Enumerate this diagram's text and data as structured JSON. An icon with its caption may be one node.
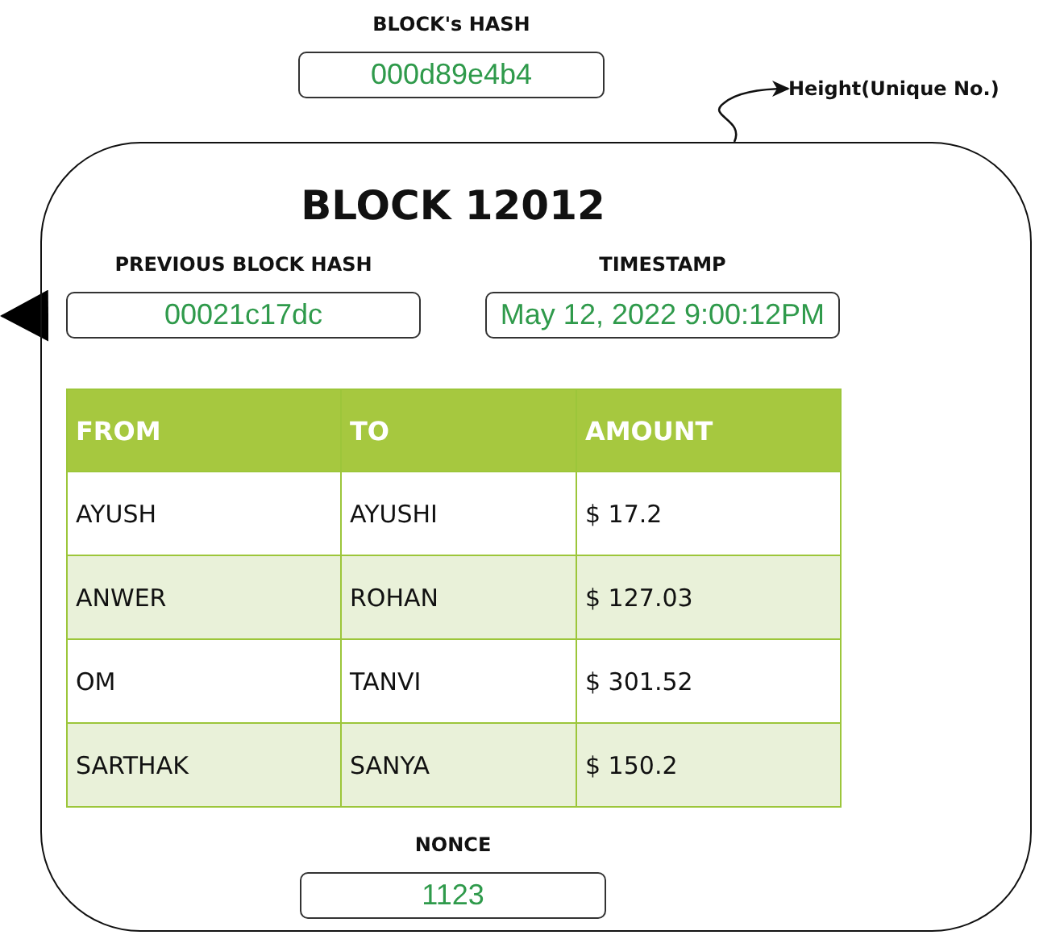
{
  "diagram": {
    "nodes": [
      {
        "text": [
          "BLOCK's HASH",
          "000d89e4b4"
        ]
      },
      {
        "text": [
          "Height(Unique No.)"
        ]
      },
      {
        "text": [
          "BLOCK 12012"
        ]
      },
      {
        "text": [
          "PREVIOUS BLOCK HASH",
          "00021c17dc"
        ],
        "in": 2
      },
      {
        "text": [
          "TIMESTAMP",
          "May 12, 2022 9:00:12PM"
        ],
        "in": 2
      },
      {
        "text": [
          "NONCE",
          "1123"
        ],
        "in": 2
      }
    ],
    "edges": [
      {
        "from": 2,
        "to": 1,
        "arrow": "to"
      },
      {
        "from": 2,
        "to": null,
        "arrow": "to"
      }
    ],
    "labels": [
      "FROM",
      "TO",
      "AMOUNT",
      "AYUSH",
      "AYUSHI",
      "$ 17.2",
      "ANWER",
      "ROHAN",
      "$ 127.03",
      "OM",
      "TANVI",
      "$ 301.52",
      "SARTHAK",
      "SANYA",
      "$ 150.2"
    ]
  }
}
